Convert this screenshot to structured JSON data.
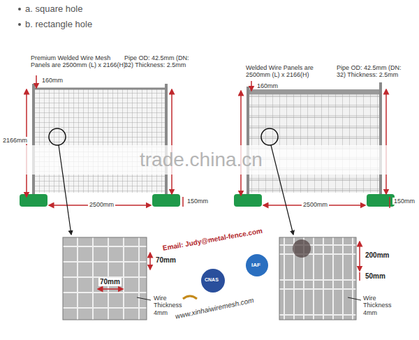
{
  "diagram": {
    "labels": [
      "a. square hole",
      "b. rectangle hole",
      "Premium Welded Wire Mesh Panels are 2500mm (L) x 2166(H)",
      "Pipe OD: 42.5mm (DN: 32) Thickness: 2.5mm",
      "160mm",
      "2166mm",
      "2500mm",
      "150mm",
      "Welded Wire Panels are 2500mm (L) x 2166(H)",
      "Pipe OD: 42.5mm (DN: 32) Thickness: 2.5mm",
      "160mm",
      "2500mm",
      "150mm",
      "trade.china.cn",
      "70mm",
      "70mm",
      "Wire Thickness 4mm",
      "200mm",
      "50mm",
      "Wire Thickness 4mm",
      "Email: Judy@metal-fence.com",
      "CNAS",
      "IAF",
      "www.xinhaiwiremesh.com"
    ]
  }
}
